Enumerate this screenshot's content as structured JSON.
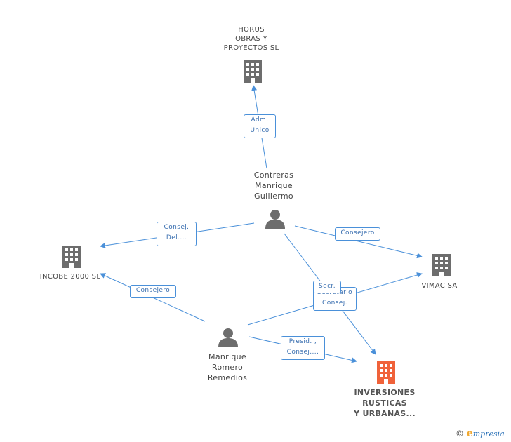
{
  "nodes": {
    "horus": {
      "label": "HORUS\nOBRAS Y\nPROYECTOS  SL",
      "type": "company"
    },
    "contreras": {
      "label": "Contreras\nManrique\nGuillermo",
      "type": "person"
    },
    "incobe": {
      "label": "INCOBE 2000 SL",
      "type": "company"
    },
    "vimac": {
      "label": "VIMAC SA",
      "type": "company"
    },
    "manrique": {
      "label": "Manrique\nRomero\nRemedios",
      "type": "person"
    },
    "inversiones": {
      "label": "INVERSIONES\nRUSTICAS\nY URBANAS...",
      "type": "company-main"
    }
  },
  "edges": {
    "adm_unico": "Adm.\nUnico",
    "consej_del": "Consej.\nDel....",
    "consejero_vimac": "Consejero",
    "consejero_incobe": "Consejero",
    "secr_back": "Secretario\nConsej.",
    "secr_front": "Secr.",
    "presid": "Presid. ,\nConsej...."
  },
  "colors": {
    "company": "#6d6d6d",
    "company_main": "#f0623a",
    "person": "#6d6d6d",
    "edge": "#4a90d9"
  },
  "footer": {
    "copyright": "©",
    "brand_e": "e",
    "brand_rest": "mpresia"
  }
}
